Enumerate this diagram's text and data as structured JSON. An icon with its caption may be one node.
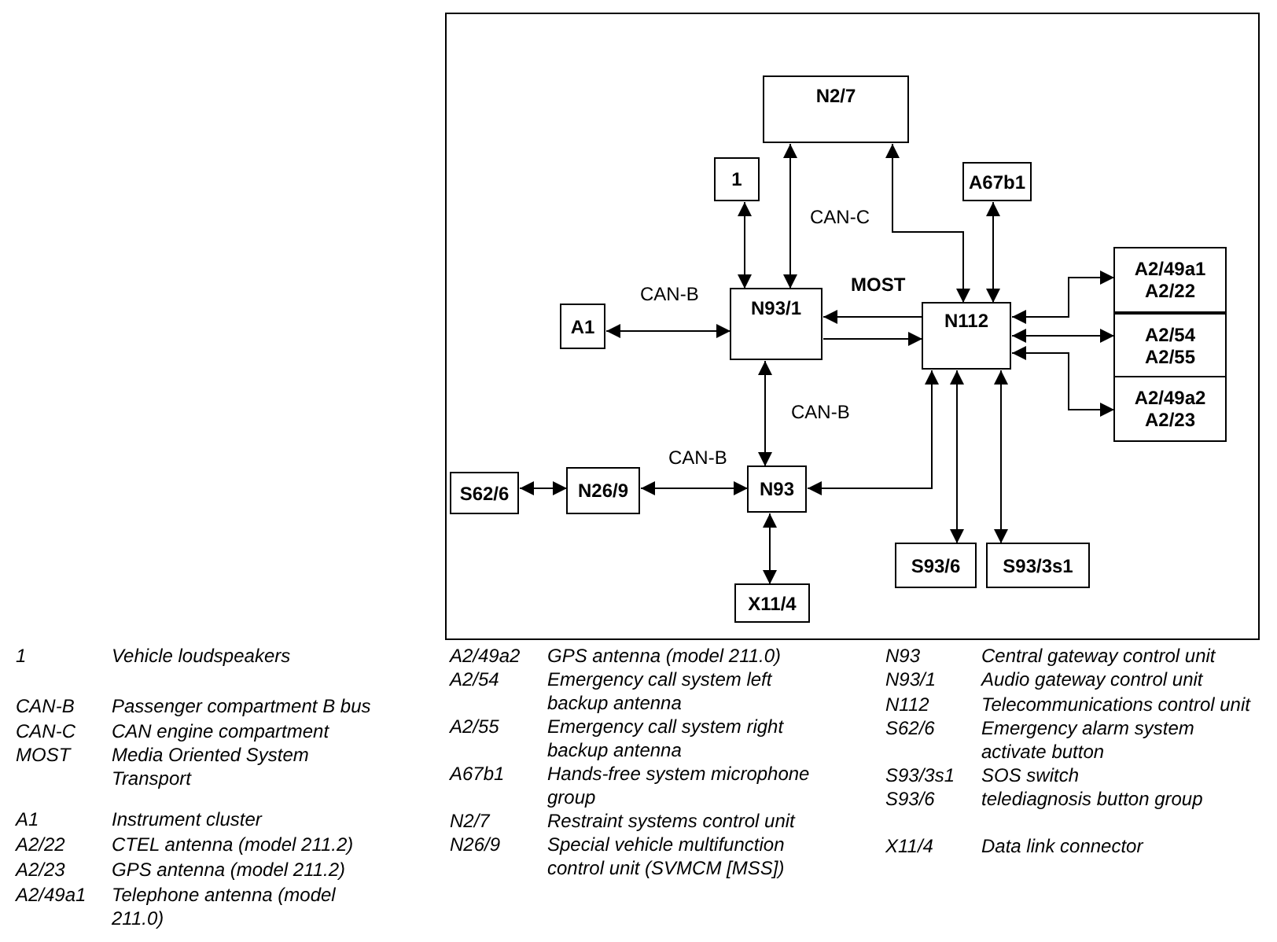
{
  "diagram": {
    "nodes": [
      {
        "text": [
          "N2/7"
        ]
      },
      {
        "text": [
          "1"
        ]
      },
      {
        "text": [
          "A67b1"
        ]
      },
      {
        "text": [
          "A2/49a1",
          "A2/22"
        ]
      },
      {
        "text": [
          "A1"
        ]
      },
      {
        "text": [
          "N93/1"
        ]
      },
      {
        "text": [
          "N112"
        ]
      },
      {
        "text": [
          "A2/54",
          "A2/55"
        ]
      },
      {
        "text": [
          "A2/49a2",
          "A2/23"
        ]
      },
      {
        "text": [
          "S62/6"
        ]
      },
      {
        "text": [
          "N26/9"
        ]
      },
      {
        "text": [
          "N93"
        ]
      },
      {
        "text": [
          "S93/6"
        ]
      },
      {
        "text": [
          "S93/3s1"
        ]
      },
      {
        "text": [
          "X11/4"
        ]
      }
    ],
    "edges": [
      {
        "from": 1,
        "to": 5,
        "arrow": "both"
      },
      {
        "from": 0,
        "to": 5,
        "arrow": "both"
      },
      {
        "from": 0,
        "to": 6,
        "arrow": "both",
        "label": "CAN-C"
      },
      {
        "from": 2,
        "to": 6,
        "arrow": "both"
      },
      {
        "from": 4,
        "to": 5,
        "arrow": "both",
        "label": "CAN-B"
      },
      {
        "from": 6,
        "to": 5,
        "arrow": "to",
        "label": "MOST"
      },
      {
        "from": 5,
        "to": 6,
        "arrow": "to"
      },
      {
        "from": 6,
        "to": 3,
        "arrow": "both"
      },
      {
        "from": 6,
        "to": 7,
        "arrow": "both"
      },
      {
        "from": 6,
        "to": 8,
        "arrow": "both"
      },
      {
        "from": 5,
        "to": 11,
        "arrow": "both",
        "label": "CAN-B"
      },
      {
        "from": 9,
        "to": 10,
        "arrow": "both"
      },
      {
        "from": 10,
        "to": 11,
        "arrow": "both",
        "label": "CAN-B"
      },
      {
        "from": 6,
        "to": 11,
        "arrow": "both"
      },
      {
        "from": 6,
        "to": 12,
        "arrow": "both"
      },
      {
        "from": 6,
        "to": 13,
        "arrow": "both"
      },
      {
        "from": 11,
        "to": 14,
        "arrow": "both"
      }
    ],
    "labels": [
      "1",
      "Vehicle loudspeakers",
      "CAN-B",
      "Passenger compartment B bus",
      "CAN-C",
      "CAN engine compartment",
      "MOST",
      "Media Oriented System Transport",
      "A1",
      "Instrument cluster",
      "A2/22",
      "CTEL antenna (model 211.2)",
      "A2/23",
      "GPS antenna (model 211.2)",
      "A2/49a1",
      "Telephone antenna (model 211.0)",
      "A2/49a2",
      "GPS antenna (model 211.0)",
      "A2/54",
      "Emergency call system left backup antenna",
      "A2/55",
      "Emergency call system right backup antenna",
      "A67b1",
      "Hands-free system microphone group",
      "N2/7",
      "Restraint systems control unit",
      "N26/9",
      "Special vehicle multifunction control unit (SVMCM [MSS])",
      "N93",
      "Central gateway control unit",
      "N93/1",
      "Audio gateway control unit",
      "N112",
      "Telecommunications control unit",
      "S62/6",
      "Emergency alarm system activate button",
      "S93/3s1",
      "SOS switch",
      "S93/6",
      "telediagnosis button group",
      "X11/4",
      "Data link connector"
    ]
  }
}
